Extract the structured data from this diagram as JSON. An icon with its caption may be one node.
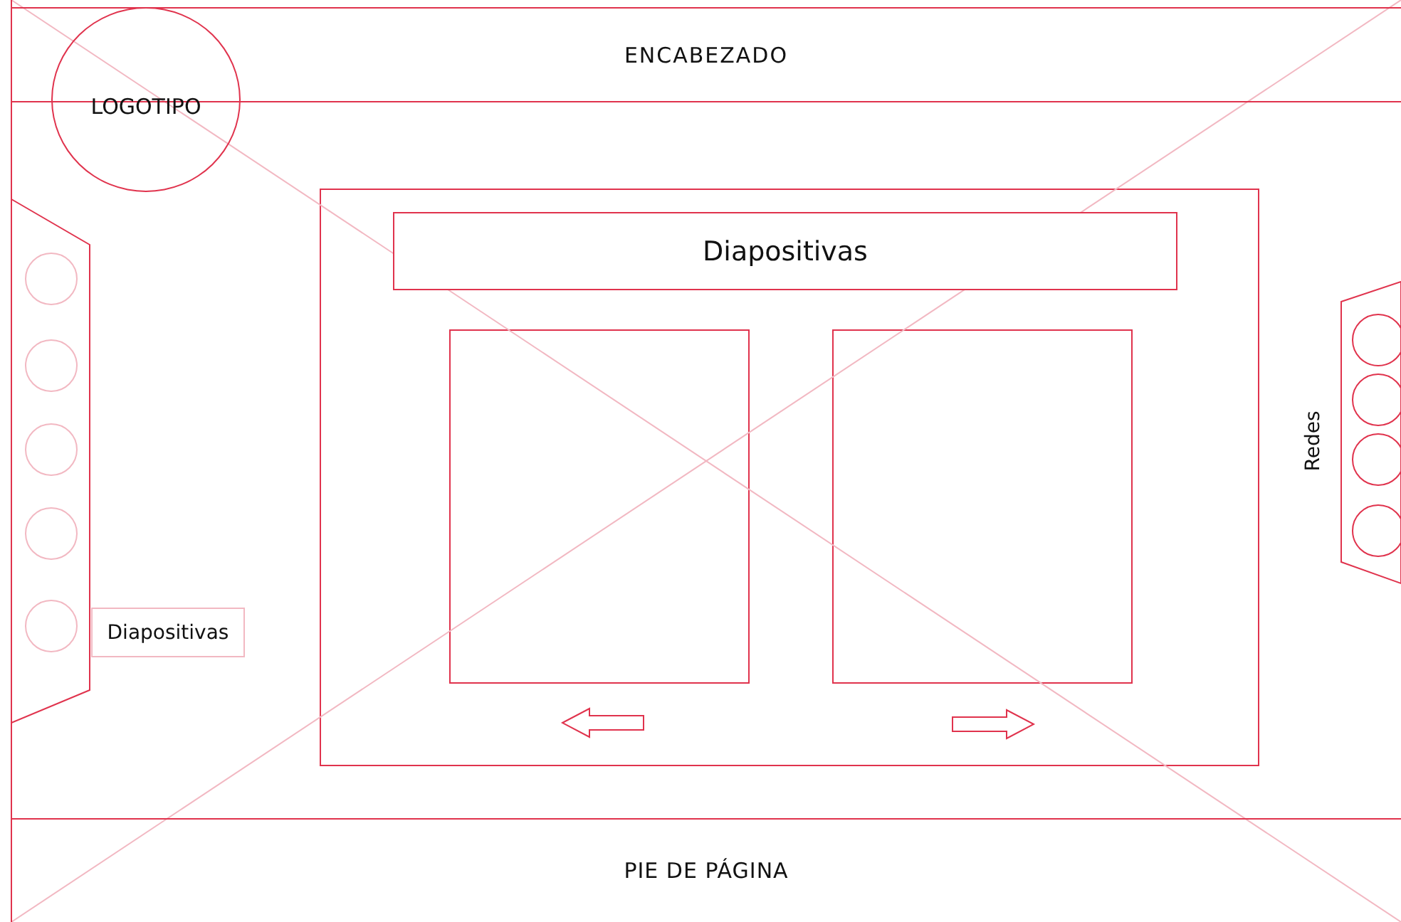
{
  "diagram": {
    "nodes": [
      {
        "text": [
          "ENCABEZADO"
        ]
      },
      {
        "text": [
          "LOGOTIPO"
        ]
      },
      {
        "text": [
          "Diapositivas"
        ]
      },
      {
        "text": [
          "Diapositivas"
        ]
      },
      {
        "text": [
          "PIE DE PÁGINA"
        ]
      }
    ],
    "labels": [
      "Redes"
    ]
  }
}
